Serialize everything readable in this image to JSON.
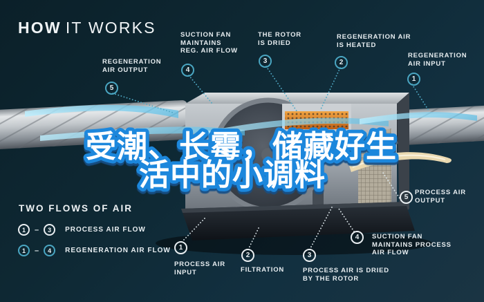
{
  "title": {
    "how": "HOW",
    "it_works": "IT WORKS"
  },
  "headline": {
    "line1": "受潮、长霉，储藏好生",
    "line2": "活中的小调料"
  },
  "callouts": {
    "top": [
      {
        "num": "5",
        "line1": "REGENERATION",
        "line2": "AIR OUTPUT"
      },
      {
        "num": "4",
        "line1": "SUCTION FAN",
        "line2": "MAINTAINS",
        "line3": "REG. AIR FLOW"
      },
      {
        "num": "3",
        "line1": "THE ROTOR",
        "line2": "IS DRIED"
      },
      {
        "num": "2",
        "line1": "REGENERATION AIR",
        "line2": "IS HEATED"
      },
      {
        "num": "1",
        "line1": "REGENERATION",
        "line2": "AIR INPUT"
      }
    ],
    "bottom": [
      {
        "num": "1",
        "line1": "PROCESS AIR",
        "line2": "INPUT"
      },
      {
        "num": "2",
        "line1": "FILTRATION"
      },
      {
        "num": "3",
        "line1": "PROCESS AIR IS DRIED",
        "line2": "BY THE ROTOR"
      },
      {
        "num": "4",
        "line1": "SUCTION FAN",
        "line2": "MAINTAINS PROCESS",
        "line3": "AIR FLOW"
      },
      {
        "num": "5",
        "line1": "PROCESS AIR",
        "line2": "OUTPUT"
      }
    ]
  },
  "legend": {
    "title": "TWO FLOWS OF AIR",
    "rows": [
      {
        "from": "1",
        "dash": "–",
        "to": "3",
        "label": "PROCESS AIR FLOW"
      },
      {
        "from": "1",
        "dash": "–",
        "to": "4",
        "label": "REGENERATION AIR FLOW"
      }
    ]
  },
  "colors": {
    "background_top": "#0b2029",
    "background_bottom": "#1a3443",
    "accent_teal": "#4aa6c2",
    "process_white": "#e9eef1",
    "headline_fill": "#ffffff",
    "headline_stroke": "#1e87dc",
    "heater_orange": "#e0812f",
    "airflow_blue": "#8fd6f2",
    "output_beige": "#ead9b0"
  }
}
